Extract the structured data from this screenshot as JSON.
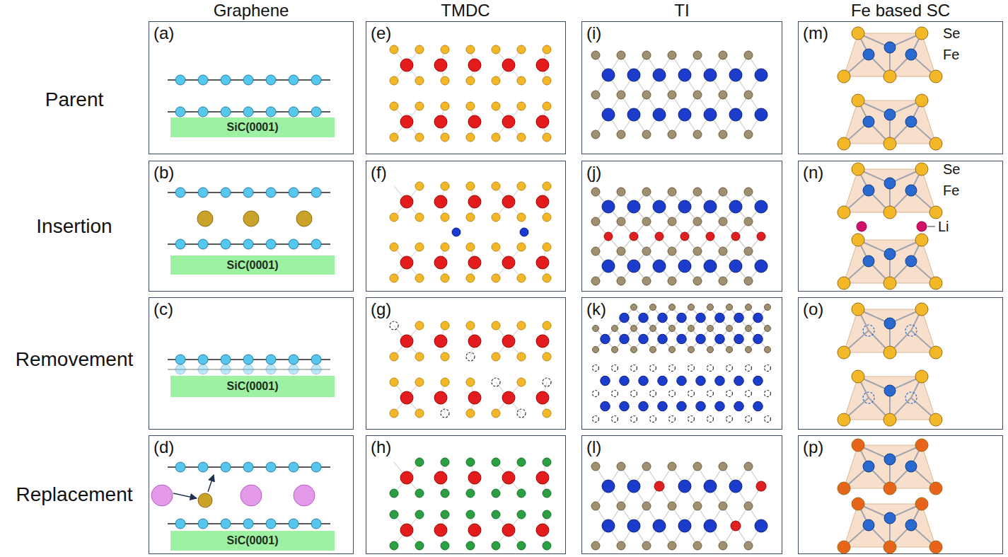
{
  "diagram": {
    "nodes": [
      {
        "text": [
          "(a)"
        ]
      },
      {
        "text": [
          "SiC(0001)"
        ],
        "in": 0
      },
      {
        "text": [
          "(e)"
        ]
      },
      {
        "text": [
          "(i)"
        ]
      },
      {
        "text": [
          "(m)"
        ]
      },
      {
        "text": [
          "(b)"
        ]
      },
      {
        "text": [
          "SiC(0001)"
        ],
        "in": 5
      },
      {
        "text": [
          "(f)"
        ]
      },
      {
        "text": [
          "(j)"
        ]
      },
      {
        "text": [
          "(n)"
        ]
      },
      {
        "text": [
          "(c)"
        ]
      },
      {
        "text": [
          "SiC(0001)"
        ],
        "in": 10
      },
      {
        "text": [
          "(g)"
        ]
      },
      {
        "text": [
          "(k)"
        ]
      },
      {
        "text": [
          "(o)"
        ]
      },
      {
        "text": [
          "(d)"
        ]
      },
      {
        "text": [
          "SiC(0001)"
        ],
        "in": 15
      },
      {
        "text": [
          "(h)"
        ]
      },
      {
        "text": [
          "(l)"
        ]
      },
      {
        "text": [
          "(p)"
        ]
      }
    ],
    "labels": [
      "Graphene",
      "TMDC",
      "TI",
      "Fe based SC",
      "Parent",
      "Insertion",
      "Removement",
      "Replacement",
      "Se",
      "Fe",
      "Se",
      "Fe",
      "Li"
    ]
  }
}
